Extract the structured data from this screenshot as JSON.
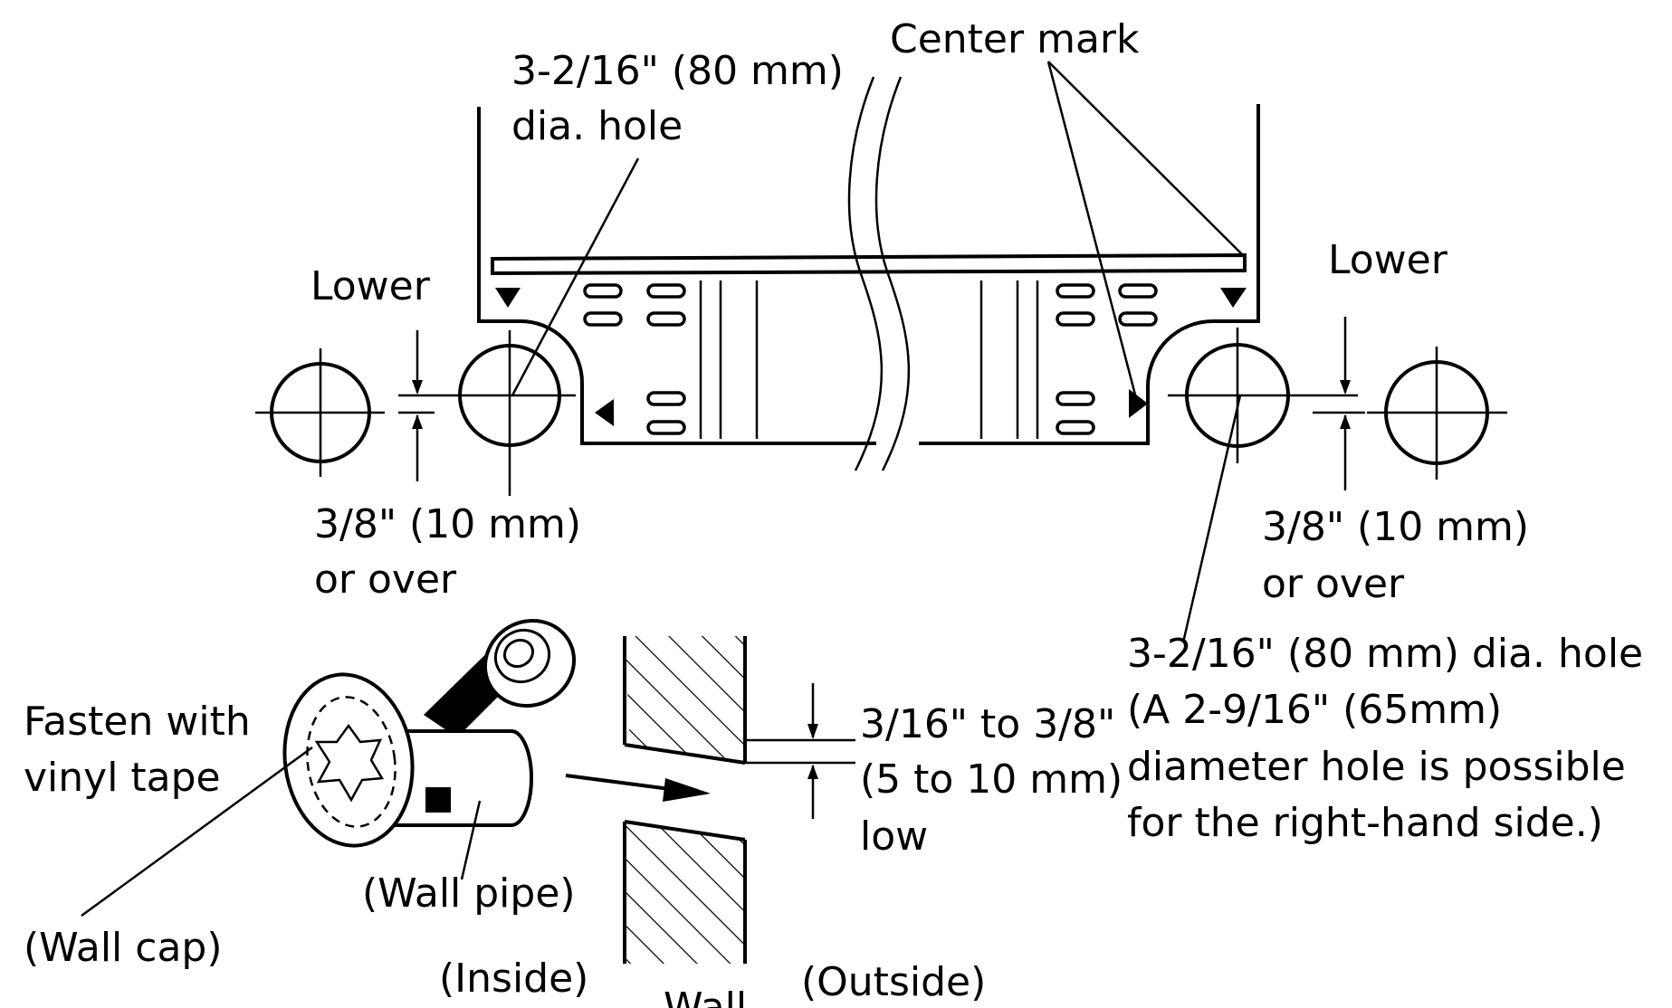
{
  "labels": {
    "hole_dia_left_line1": "3-2/16\" (80 mm)",
    "hole_dia_left_line2": "dia. hole",
    "center_mark": "Center mark",
    "lower_left": "Lower",
    "lower_right": "Lower",
    "offset_left_line1": "3/8\" (10 mm)",
    "offset_left_line2": "or over",
    "offset_right_line1": "3/8\" (10 mm)",
    "offset_right_line2": "or over",
    "hole_dia_right_line1": "3-2/16\" (80 mm) dia. hole",
    "hole_dia_right_line2": "(A 2-9/16\" (65mm)",
    "hole_dia_right_line3": "diameter hole is possible",
    "hole_dia_right_line4": "for the right-hand side.)",
    "fasten_line1": "Fasten with",
    "fasten_line2": "vinyl tape",
    "wall_cap": "(Wall cap)",
    "wall_pipe": "(Wall pipe)",
    "inside": "(Inside)",
    "wall": "Wall",
    "outside": "(Outside)",
    "slope_line1": "3/16\" to 3/8\"",
    "slope_line2": "(5 to 10 mm)",
    "slope_line3": "low"
  }
}
